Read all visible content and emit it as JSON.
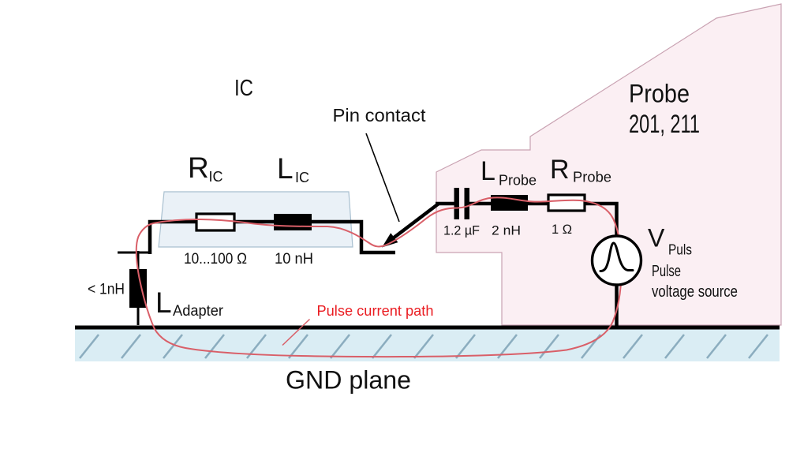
{
  "titles": {
    "ic": "IC",
    "probe_line1": "Probe",
    "probe_line2": "201, 211",
    "gnd_plane": "GND plane"
  },
  "annotations": {
    "pin_contact": "Pin contact",
    "pulse_current_path": "Pulse current path"
  },
  "components": {
    "r_ic": {
      "symbol": "R",
      "subscript": "IC",
      "value": "10...100 Ω"
    },
    "l_ic": {
      "symbol": "L",
      "subscript": "IC",
      "value": "10 nH"
    },
    "l_adapter": {
      "symbol": "L",
      "subscript": "Adapter",
      "value": "< 1nH"
    },
    "c_probe": {
      "value": "1.2 µF"
    },
    "l_probe": {
      "symbol": "L",
      "subscript": "Probe",
      "value": "2 nH"
    },
    "r_probe": {
      "symbol": "R",
      "subscript": "Probe",
      "value": "1 Ω"
    },
    "v_puls": {
      "symbol": "V",
      "subscript": "Puls",
      "description_line1": "Pulse",
      "description_line2": "voltage source"
    }
  },
  "colors": {
    "probe_fill": "#fbeff3",
    "probe_border": "#c9a2b2",
    "ic_fill": "#eaf1f7",
    "ic_border": "#a9c0d0",
    "gnd_band": "#daedf4",
    "hatch": "#8badbf",
    "pulse_path": "#d95f68",
    "pulse_text": "#ea1c21"
  }
}
